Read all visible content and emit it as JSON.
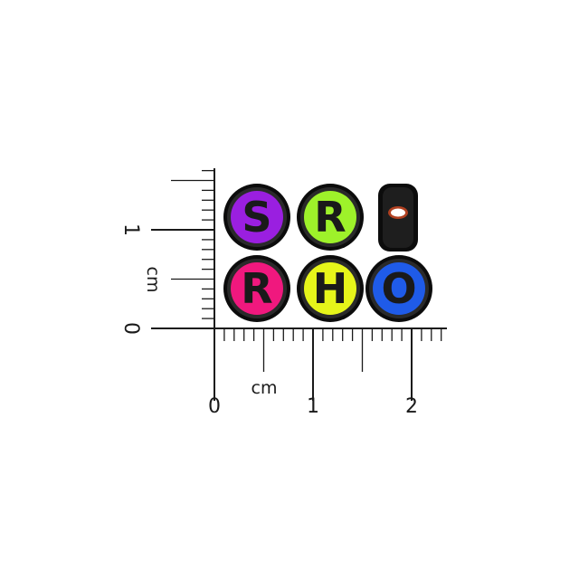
{
  "ruler": {
    "horizontal": {
      "unit_label": "cm",
      "major_labels": [
        "0",
        "1",
        "2"
      ]
    },
    "vertical": {
      "unit_label": "cm",
      "major_labels": [
        "0",
        "1"
      ]
    }
  },
  "beads": [
    {
      "letter": "S",
      "color": "#9a1fe0"
    },
    {
      "letter": "R",
      "color": "#9ef22a"
    },
    {
      "letter": "",
      "color": "#111111"
    },
    {
      "letter": "R",
      "color": "#f0187e"
    },
    {
      "letter": "H",
      "color": "#e6f51a"
    },
    {
      "letter": "O",
      "color": "#1f5be8"
    }
  ],
  "colors": {
    "ruler": "#1a1a1a",
    "bead_rim": "#0c0c0c",
    "background": "#ffffff"
  }
}
